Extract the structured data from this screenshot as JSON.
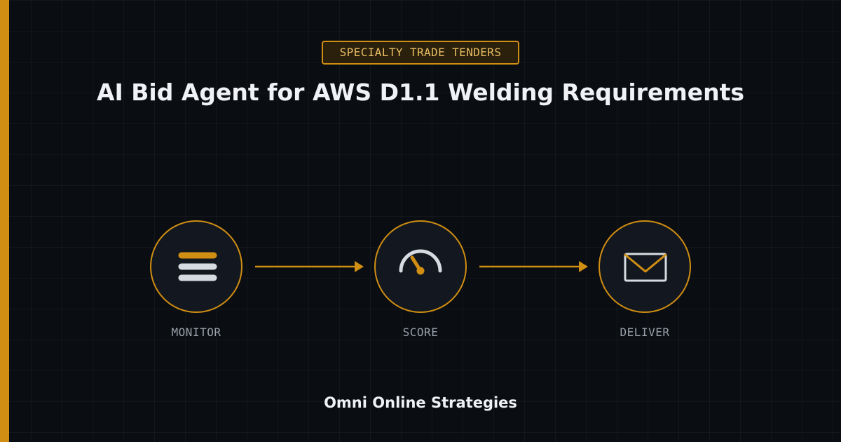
{
  "badge": {
    "label": "SPECIALTY TRADE TENDERS"
  },
  "headline": {
    "title": "AI Bid Agent for AWS D1.1 Welding Requirements"
  },
  "steps": [
    {
      "label": "MONITOR",
      "icon": "list-icon"
    },
    {
      "label": "SCORE",
      "icon": "gauge-icon"
    },
    {
      "label": "DELIVER",
      "icon": "envelope-icon"
    }
  ],
  "footer": {
    "brand": "Omni Online Strategies"
  },
  "colors": {
    "accent": "#d08e12",
    "background": "#0a0d12",
    "circle_fill": "#131820",
    "text_primary": "#f0f2f5",
    "text_muted": "#9aa1ab",
    "icon_light": "#d6dbe2"
  }
}
